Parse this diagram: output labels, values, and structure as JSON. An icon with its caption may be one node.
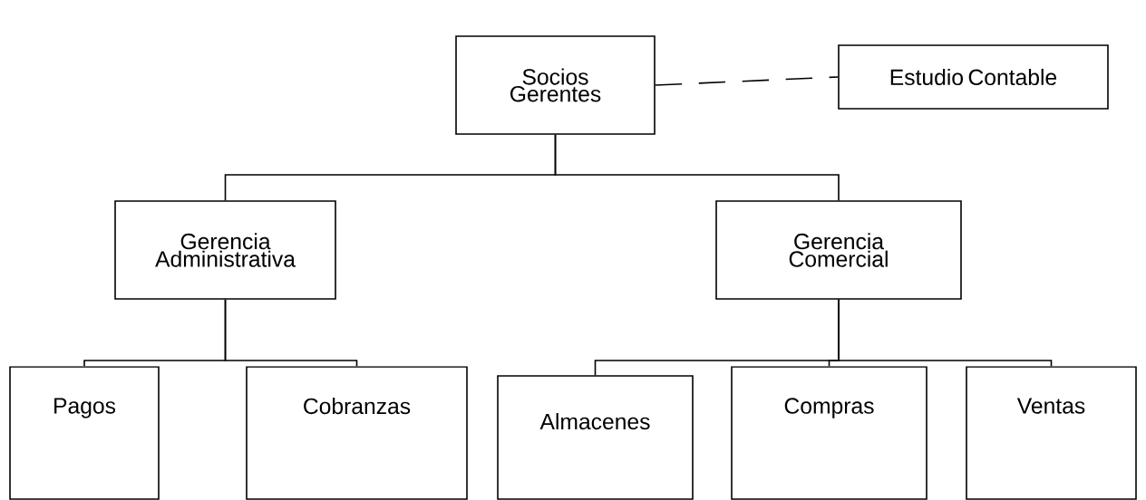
{
  "diagram": {
    "nodes": [
      {
        "text": [
          "Socios Gerentes"
        ]
      },
      {
        "text": [
          "Estudio Contable"
        ]
      },
      {
        "text": [
          "Gerencia Administrativa"
        ]
      },
      {
        "text": [
          "Gerencia Comercial"
        ]
      },
      {
        "text": [
          "Pagos"
        ]
      },
      {
        "text": [
          "Cobranzas"
        ]
      },
      {
        "text": [
          "Almacenes"
        ]
      },
      {
        "text": [
          "Compras"
        ]
      },
      {
        "text": [
          "Ventas"
        ]
      }
    ],
    "edges": [
      {
        "from": 0,
        "to": 1,
        "arrow": "none",
        "style": "dashed"
      },
      {
        "from": 0,
        "to": 2,
        "arrow": "none"
      },
      {
        "from": 0,
        "to": 3,
        "arrow": "none"
      },
      {
        "from": 2,
        "to": 4,
        "arrow": "none"
      },
      {
        "from": 2,
        "to": 5,
        "arrow": "none"
      },
      {
        "from": 3,
        "to": 6,
        "arrow": "none"
      },
      {
        "from": 3,
        "to": 7,
        "arrow": "none"
      },
      {
        "from": 3,
        "to": 8,
        "arrow": "none"
      }
    ]
  }
}
